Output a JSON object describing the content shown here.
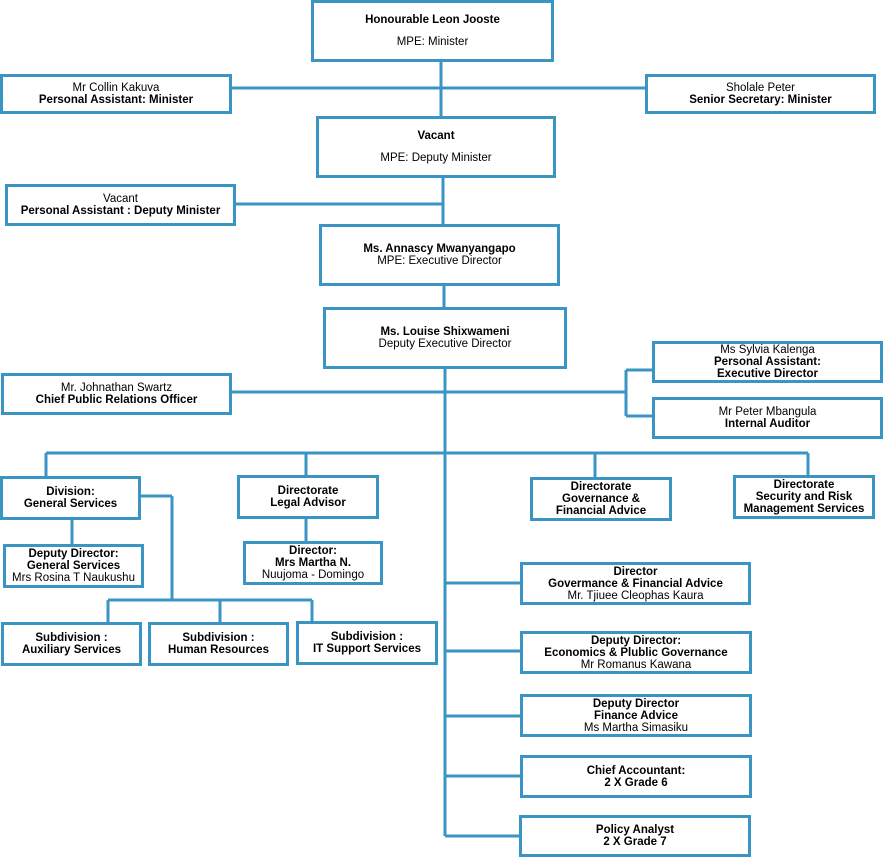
{
  "colors": {
    "line": "#3a94c4",
    "box_border": "#3a94c4"
  },
  "minister": {
    "name": "Honourable Leon Jooste",
    "title": "MPE: Minister"
  },
  "pa_minister": {
    "name": "Mr Collin Kakuva",
    "title": "Personal Assistant:  Minister"
  },
  "secretary_minister": {
    "name": "Sholale Peter",
    "title": "Senior Secretary: Minister"
  },
  "deputy_minister": {
    "name": "Vacant",
    "title": "MPE: Deputy Minister"
  },
  "pa_deputy_minister": {
    "name": "Vacant",
    "title": "Personal Assistant : Deputy Minister"
  },
  "executive_director": {
    "name": "Ms. Annascy Mwanyangapo",
    "title": "MPE: Executive Director"
  },
  "deputy_executive_director": {
    "name": "Ms. Louise Shixwameni",
    "title": "Deputy Executive Director"
  },
  "pa_executive_director": {
    "name": "Ms Sylvia Kalenga",
    "title1": "Personal Assistant:",
    "title2": "Executive Director"
  },
  "internal_auditor": {
    "name": "Mr Peter Mbangula",
    "title": "Internal Auditor"
  },
  "pr_officer": {
    "name": "Mr. Johnathan Swartz",
    "title": "Chief Public Relations Officer"
  },
  "general_services": {
    "line1": "Division:",
    "line2": "General Services"
  },
  "legal_advisor": {
    "line1": "Directorate",
    "line2": "Legal Advisor"
  },
  "governance_financial": {
    "line1": "Directorate",
    "line2": "Governance &",
    "line3": "Financial Advice"
  },
  "security_risk": {
    "line1": "Directorate",
    "line2": "Security and Risk",
    "line3": "Management Services"
  },
  "dd_general_services": {
    "line1": "Deputy Director:",
    "line2": "General Services",
    "name": "Mrs Rosina T Naukushu"
  },
  "director_legal": {
    "line1": "Director:",
    "line2": "Mrs Martha N.",
    "name": "Nuujoma - Domingo"
  },
  "sub_auxiliary": {
    "line1": "Subdivision :",
    "line2": "Auxiliary Services"
  },
  "sub_hr": {
    "line1": "Subdivision :",
    "line2": "Human Resources"
  },
  "sub_it": {
    "line1": "Subdivision :",
    "line2": "IT Support Services"
  },
  "director_governance": {
    "line1": "Director",
    "line2": "Govermance & Financial Advice",
    "name": "Mr. Tjiuee Cleophas Kaura"
  },
  "dd_economics": {
    "line1": "Deputy Director:",
    "line2": "Economics & Plublic Governance",
    "name": "Mr Romanus Kawana"
  },
  "dd_finance": {
    "line1": "Deputy Director",
    "line2": "Finance Advice",
    "name": "Ms Martha Simasiku"
  },
  "chief_accountant": {
    "line1": "Chief Accountant:",
    "line2": "2 X Grade 6"
  },
  "policy_analyst": {
    "line1": "Policy Analyst",
    "line2": "2 X Grade 7"
  }
}
